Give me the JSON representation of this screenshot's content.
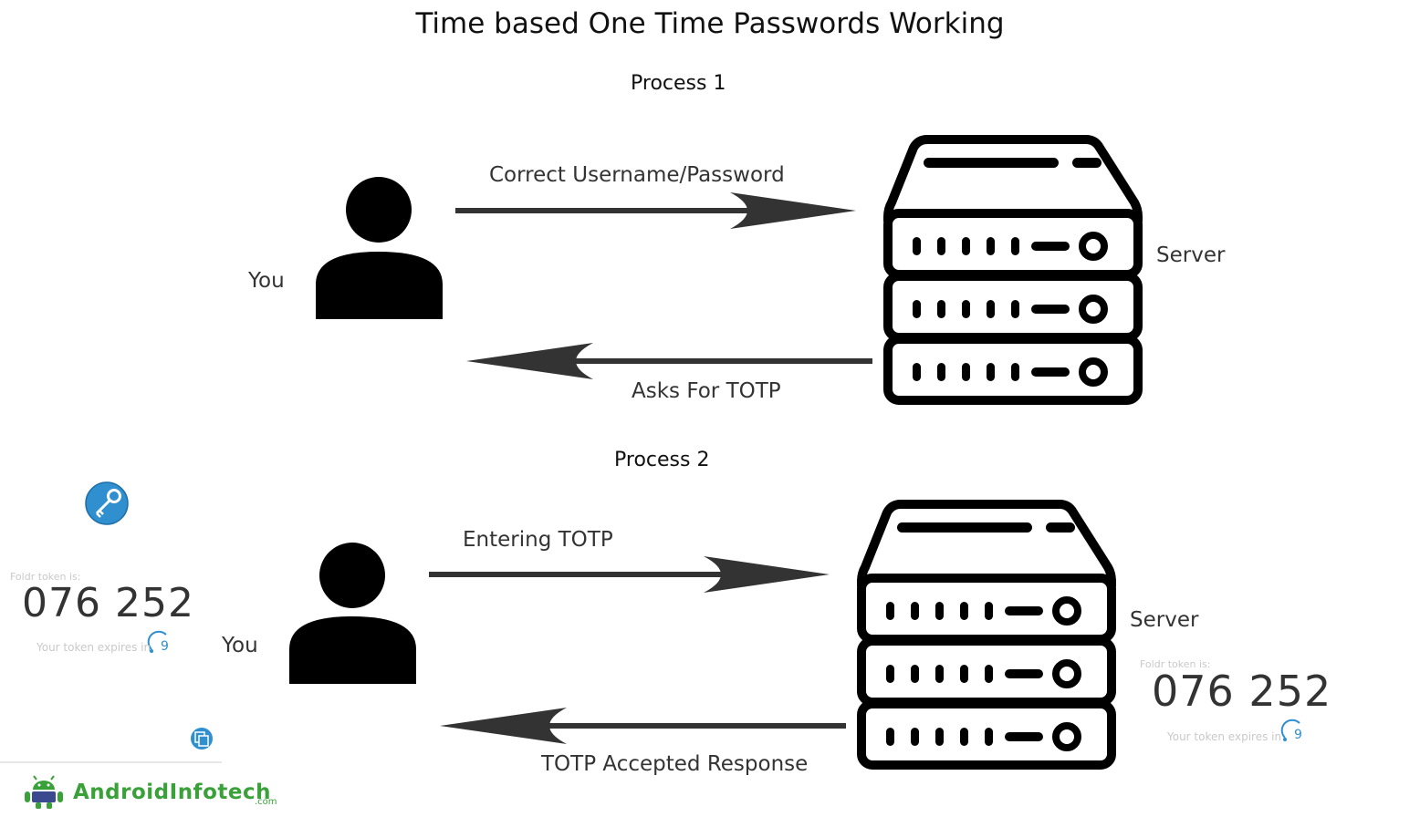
{
  "title": "Time based One Time Passwords Working",
  "process1": {
    "heading": "Process 1",
    "user_label": "You",
    "server_label": "Server",
    "request_label": "Correct Username/Password",
    "response_label": "Asks For TOTP"
  },
  "process2": {
    "heading": "Process 2",
    "user_label": "You",
    "server_label": "Server",
    "request_label": "Entering TOTP",
    "response_label": "TOTP Accepted Response"
  },
  "token_left": {
    "caption": "Foldr token is:",
    "code": "076 252",
    "expires_label": "Your token expires in",
    "countdown": "9"
  },
  "token_right": {
    "caption": "Foldr token is:",
    "code": "076 252",
    "expires_label": "Your token expires in",
    "countdown": "9"
  },
  "watermark": {
    "name": "AndroidInfotech",
    "suffix": ".com"
  },
  "colors": {
    "icon": "#000000",
    "arrow": "#333333",
    "accent": "#2f8fcf",
    "logo": "#3aa13a"
  }
}
